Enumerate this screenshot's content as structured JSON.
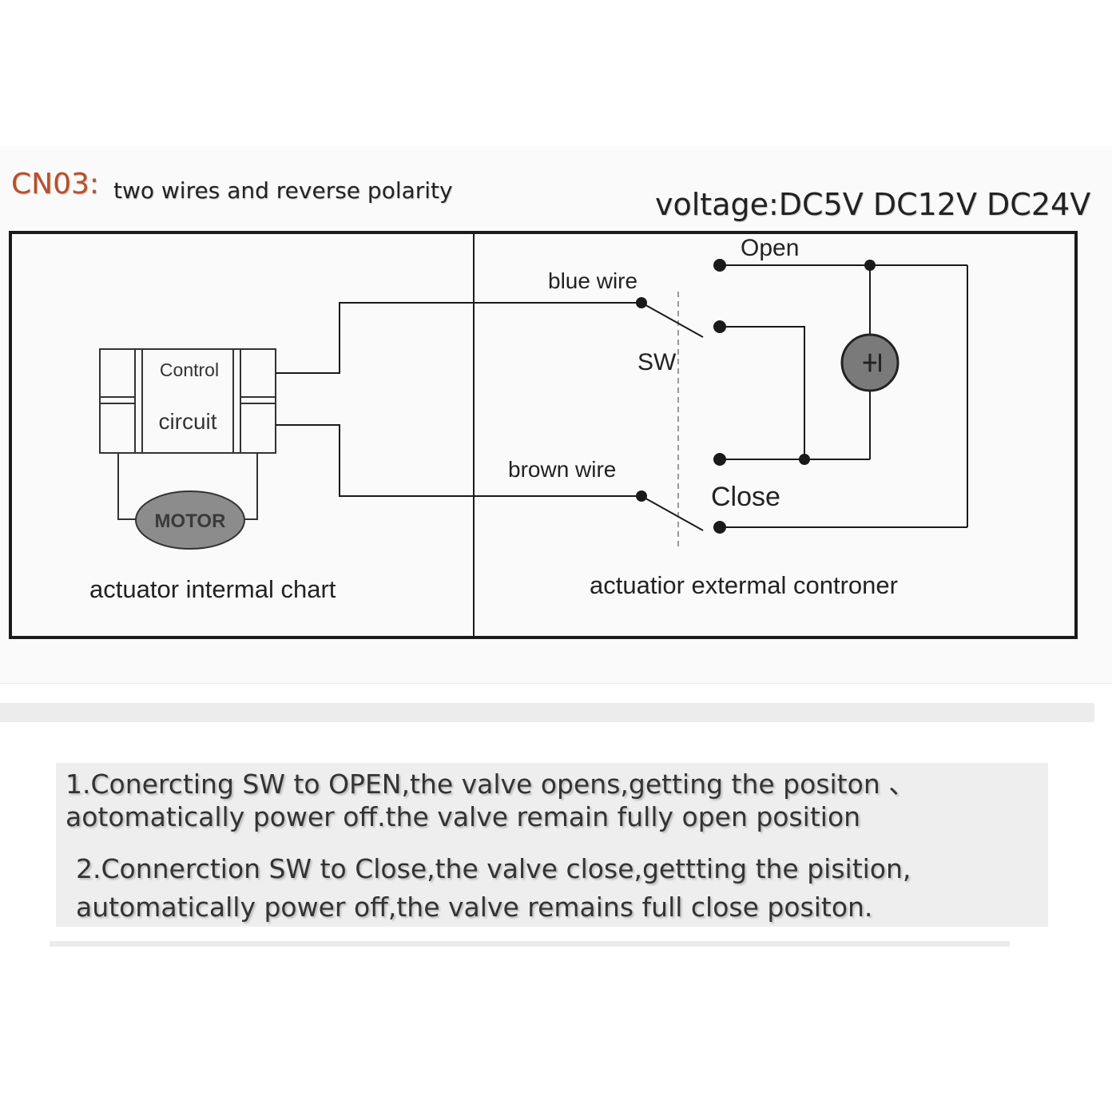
{
  "header": {
    "model": "CN03:",
    "subtitle": "two wires and reverse polarity",
    "voltage": "voltage:DC5V DC12V DC24V"
  },
  "diagram": {
    "internal": {
      "box_label_1": "Control",
      "box_label_2": "circuit",
      "motor": "MOTOR",
      "caption": "actuator intermal chart"
    },
    "external": {
      "blue_wire": "blue wire",
      "brown_wire": "brown wire",
      "switch": "SW",
      "open": "Open",
      "close": "Close",
      "power_symbol": "±",
      "caption": "actuatior extermal controner"
    }
  },
  "notes": [
    {
      "line1": "1.Conercting SW to OPEN,the valve opens,getting the positon 、",
      "line2": "aotomatically power off.the valve remain fully open position"
    },
    {
      "line1": "2.Connerction SW to Close,the valve close,gettting the pisition,",
      "line2": "automatically power off,the valve remains full close positon."
    }
  ],
  "colors": {
    "model": "#b5502e",
    "line": "#1a1a1a",
    "motor": "#8c8c8c",
    "power": "#7a7a7a"
  }
}
